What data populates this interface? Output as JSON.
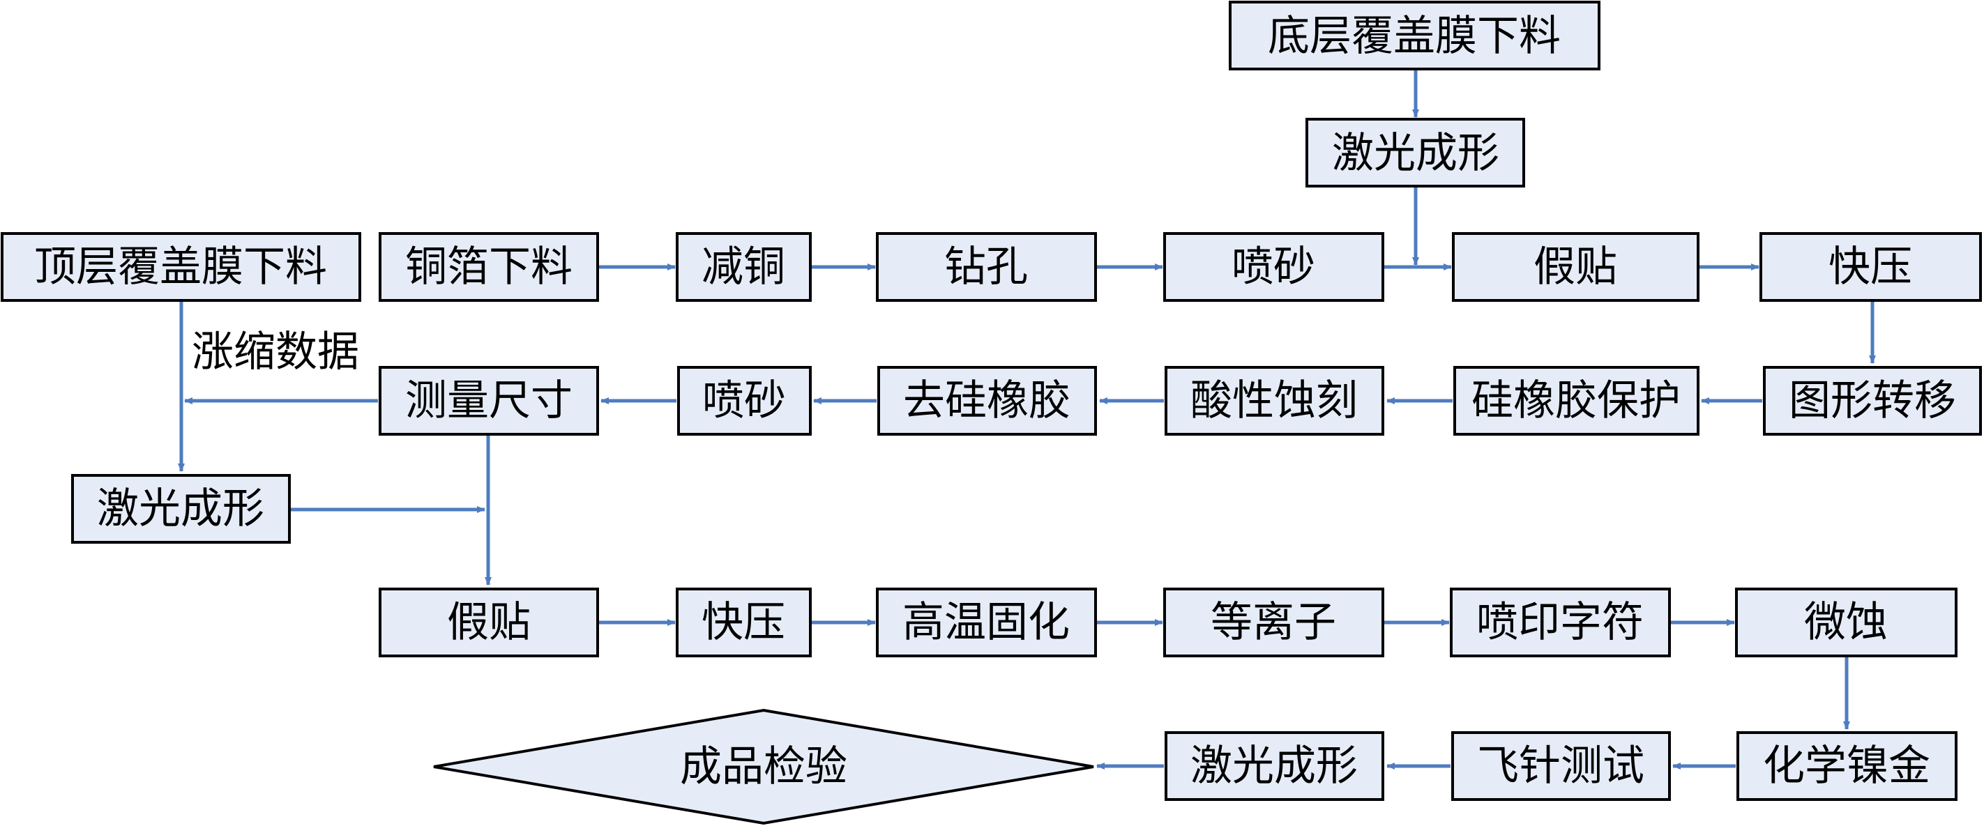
{
  "colors": {
    "box_fill": "#e6ecf7",
    "box_stroke": "#000000",
    "arrow": "#4f7cc0",
    "text": "#000000"
  },
  "nodes": {
    "bottom_coverlay_cut": "底层覆盖膜下料",
    "laser_form_top": "激光成形",
    "top_coverlay_cut": "顶层覆盖膜下料",
    "copper_foil_cut": "铜箔下料",
    "copper_reduce": "减铜",
    "drilling": "钻孔",
    "sandblast_1": "喷砂",
    "pre_lamination_1": "假贴",
    "fast_press_1": "快压",
    "pattern_transfer": "图形转移",
    "silicone_protect": "硅橡胶保护",
    "acid_etch": "酸性蚀刻",
    "remove_silicone": "去硅橡胶",
    "sandblast_2": "喷砂",
    "measure_size": "测量尺寸",
    "laser_form_left": "激光成形",
    "pre_lamination_2": "假贴",
    "fast_press_2": "快压",
    "high_temp_cure": "高温固化",
    "plasma": "等离子",
    "inkjet_legend": "喷印字符",
    "micro_etch": "微蚀",
    "enig": "化学镍金",
    "flying_probe": "飞针测试",
    "laser_form_final": "激光成形",
    "final_inspection": "成品检验"
  },
  "edge_labels": {
    "shrinkage_data": "涨缩数据"
  }
}
